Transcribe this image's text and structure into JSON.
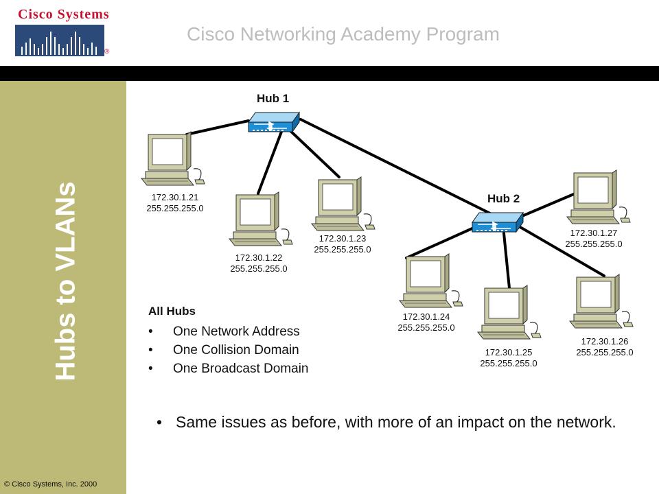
{
  "header": {
    "logo_text": "Cisco Systems",
    "program_title": "Cisco Networking Academy Program"
  },
  "sidebar": {
    "title": "Hubs to VLANs",
    "copyright": "© Cisco Systems, Inc. 2000"
  },
  "hubs": [
    {
      "label": "Hub 1"
    },
    {
      "label": "Hub 2"
    }
  ],
  "pcs": [
    {
      "ip": "172.30.1.21",
      "mask": "255.255.255.0"
    },
    {
      "ip": "172.30.1.22",
      "mask": "255.255.255.0"
    },
    {
      "ip": "172.30.1.23",
      "mask": "255.255.255.0"
    },
    {
      "ip": "172.30.1.24",
      "mask": "255.255.255.0"
    },
    {
      "ip": "172.30.1.25",
      "mask": "255.255.255.0"
    },
    {
      "ip": "172.30.1.26",
      "mask": "255.255.255.0"
    },
    {
      "ip": "172.30.1.27",
      "mask": "255.255.255.0"
    }
  ],
  "all_hubs": {
    "heading": "All Hubs",
    "items": [
      "One Network Address",
      "One Collision Domain",
      "One Broadcast Domain"
    ]
  },
  "bottom_bullet": "Same issues as before, with more of an impact on the network.",
  "colors": {
    "sidebar": "#bdb976",
    "logo_red": "#c8102e",
    "hub_blue": "#1e8fd6"
  }
}
